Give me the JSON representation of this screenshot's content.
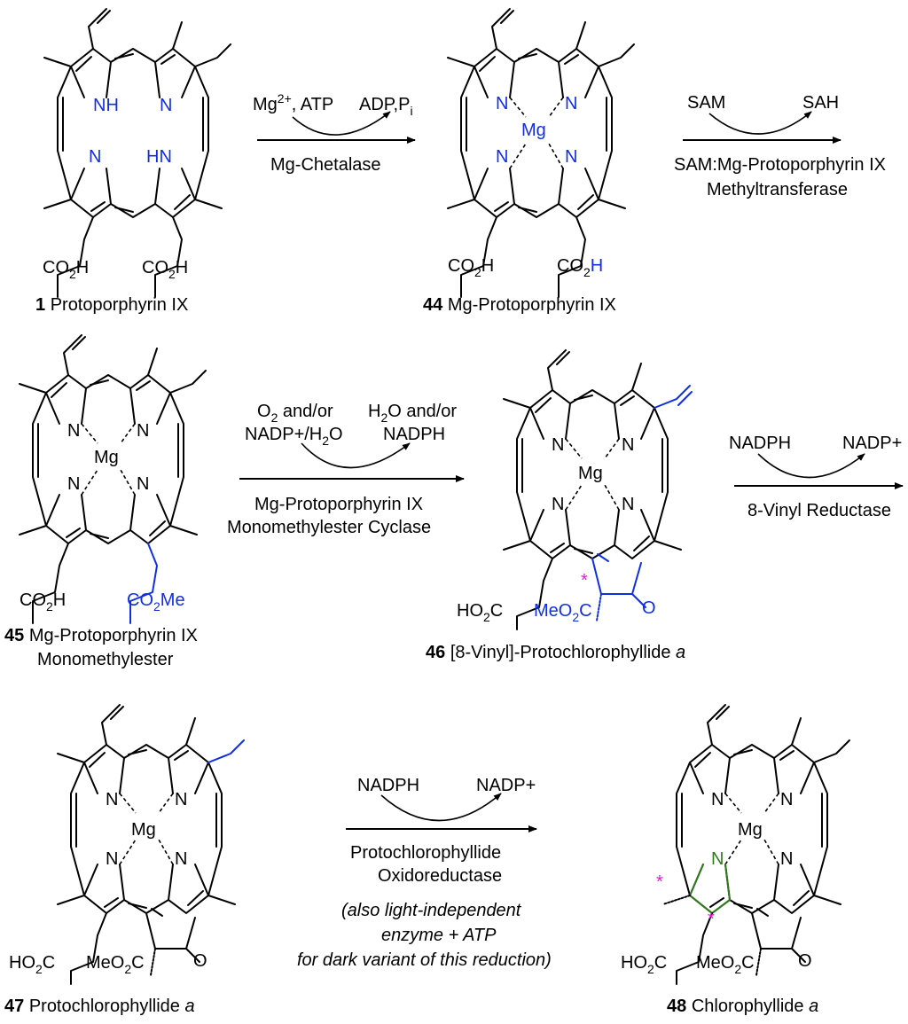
{
  "colors": {
    "highlight_blue": "#1030e0",
    "highlight_green": "#2e7d1a",
    "stereocenter_star": "#e020d0",
    "bonds": "#000000"
  },
  "compounds": [
    {
      "number": "1",
      "name": "Protoporphyrin IX"
    },
    {
      "number": "44",
      "name": "Mg-Protoporphyrin IX"
    },
    {
      "number": "45",
      "name": "Mg-Protoporphyrin IX",
      "name_line2": "Monomethylester"
    },
    {
      "number": "46",
      "name": "[8-Vinyl]-Protochlorophyllide",
      "name_italic": "a"
    },
    {
      "number": "47",
      "name": "Protochlorophyllide",
      "name_italic": "a"
    },
    {
      "number": "48",
      "name": "Chlorophyllide",
      "name_italic": "a"
    }
  ],
  "atoms": {
    "NH": "NH",
    "HN": "HN",
    "N": "N",
    "Mg": "Mg",
    "H": "H",
    "CO2H_left": "CO",
    "CO2H_sub": "2",
    "CO2H_right": "H",
    "CO2Me_left": "CO",
    "CO2Me_sub": "2",
    "CO2Me_right": "Me",
    "HO2C_left": "HO",
    "HO2C_sub": "2",
    "HO2C_right": "C",
    "MeO2C_left": "MeO",
    "MeO2C_sub": "2",
    "MeO2C_right": "C",
    "O": "O",
    "star": "*"
  },
  "reactions": [
    {
      "enzyme_line1": "Mg-Chetalase",
      "enzyme_line2": "",
      "in_left": "Mg",
      "in_left_sup": "2+",
      "in_left_rest": ", ATP",
      "out_left": "ADP,P",
      "out_left_sub": "i"
    },
    {
      "enzyme_line1": "SAM:Mg-Protoporphyrin IX",
      "enzyme_line2": "Methyltransferase",
      "in": "SAM",
      "out": "SAH"
    },
    {
      "enzyme_line1": "Mg-Protoporphyrin IX",
      "enzyme_line2": "Monomethylester Cyclase",
      "in_line1_a": "O",
      "in_line1_sub": "2",
      "in_line1_b": " and/or",
      "in_line2": "NADP+/H",
      "in_line2_sub": "2",
      "in_line2_b": "O",
      "out_line1_a": "H",
      "out_line1_sub": "2",
      "out_line1_b": "O and/or",
      "out_line2": "NADPH"
    },
    {
      "enzyme_line1": "8-Vinyl Reductase",
      "in": "NADPH",
      "out": "NADP+"
    },
    {
      "enzyme_line1": "Protochlorophyllide",
      "enzyme_line2": "Oxidoreductase",
      "in": "NADPH",
      "out": "NADP+",
      "note_line1": "(also light-independent",
      "note_line2": "enzyme + ATP",
      "note_line3": "for dark variant of this reduction)"
    }
  ]
}
